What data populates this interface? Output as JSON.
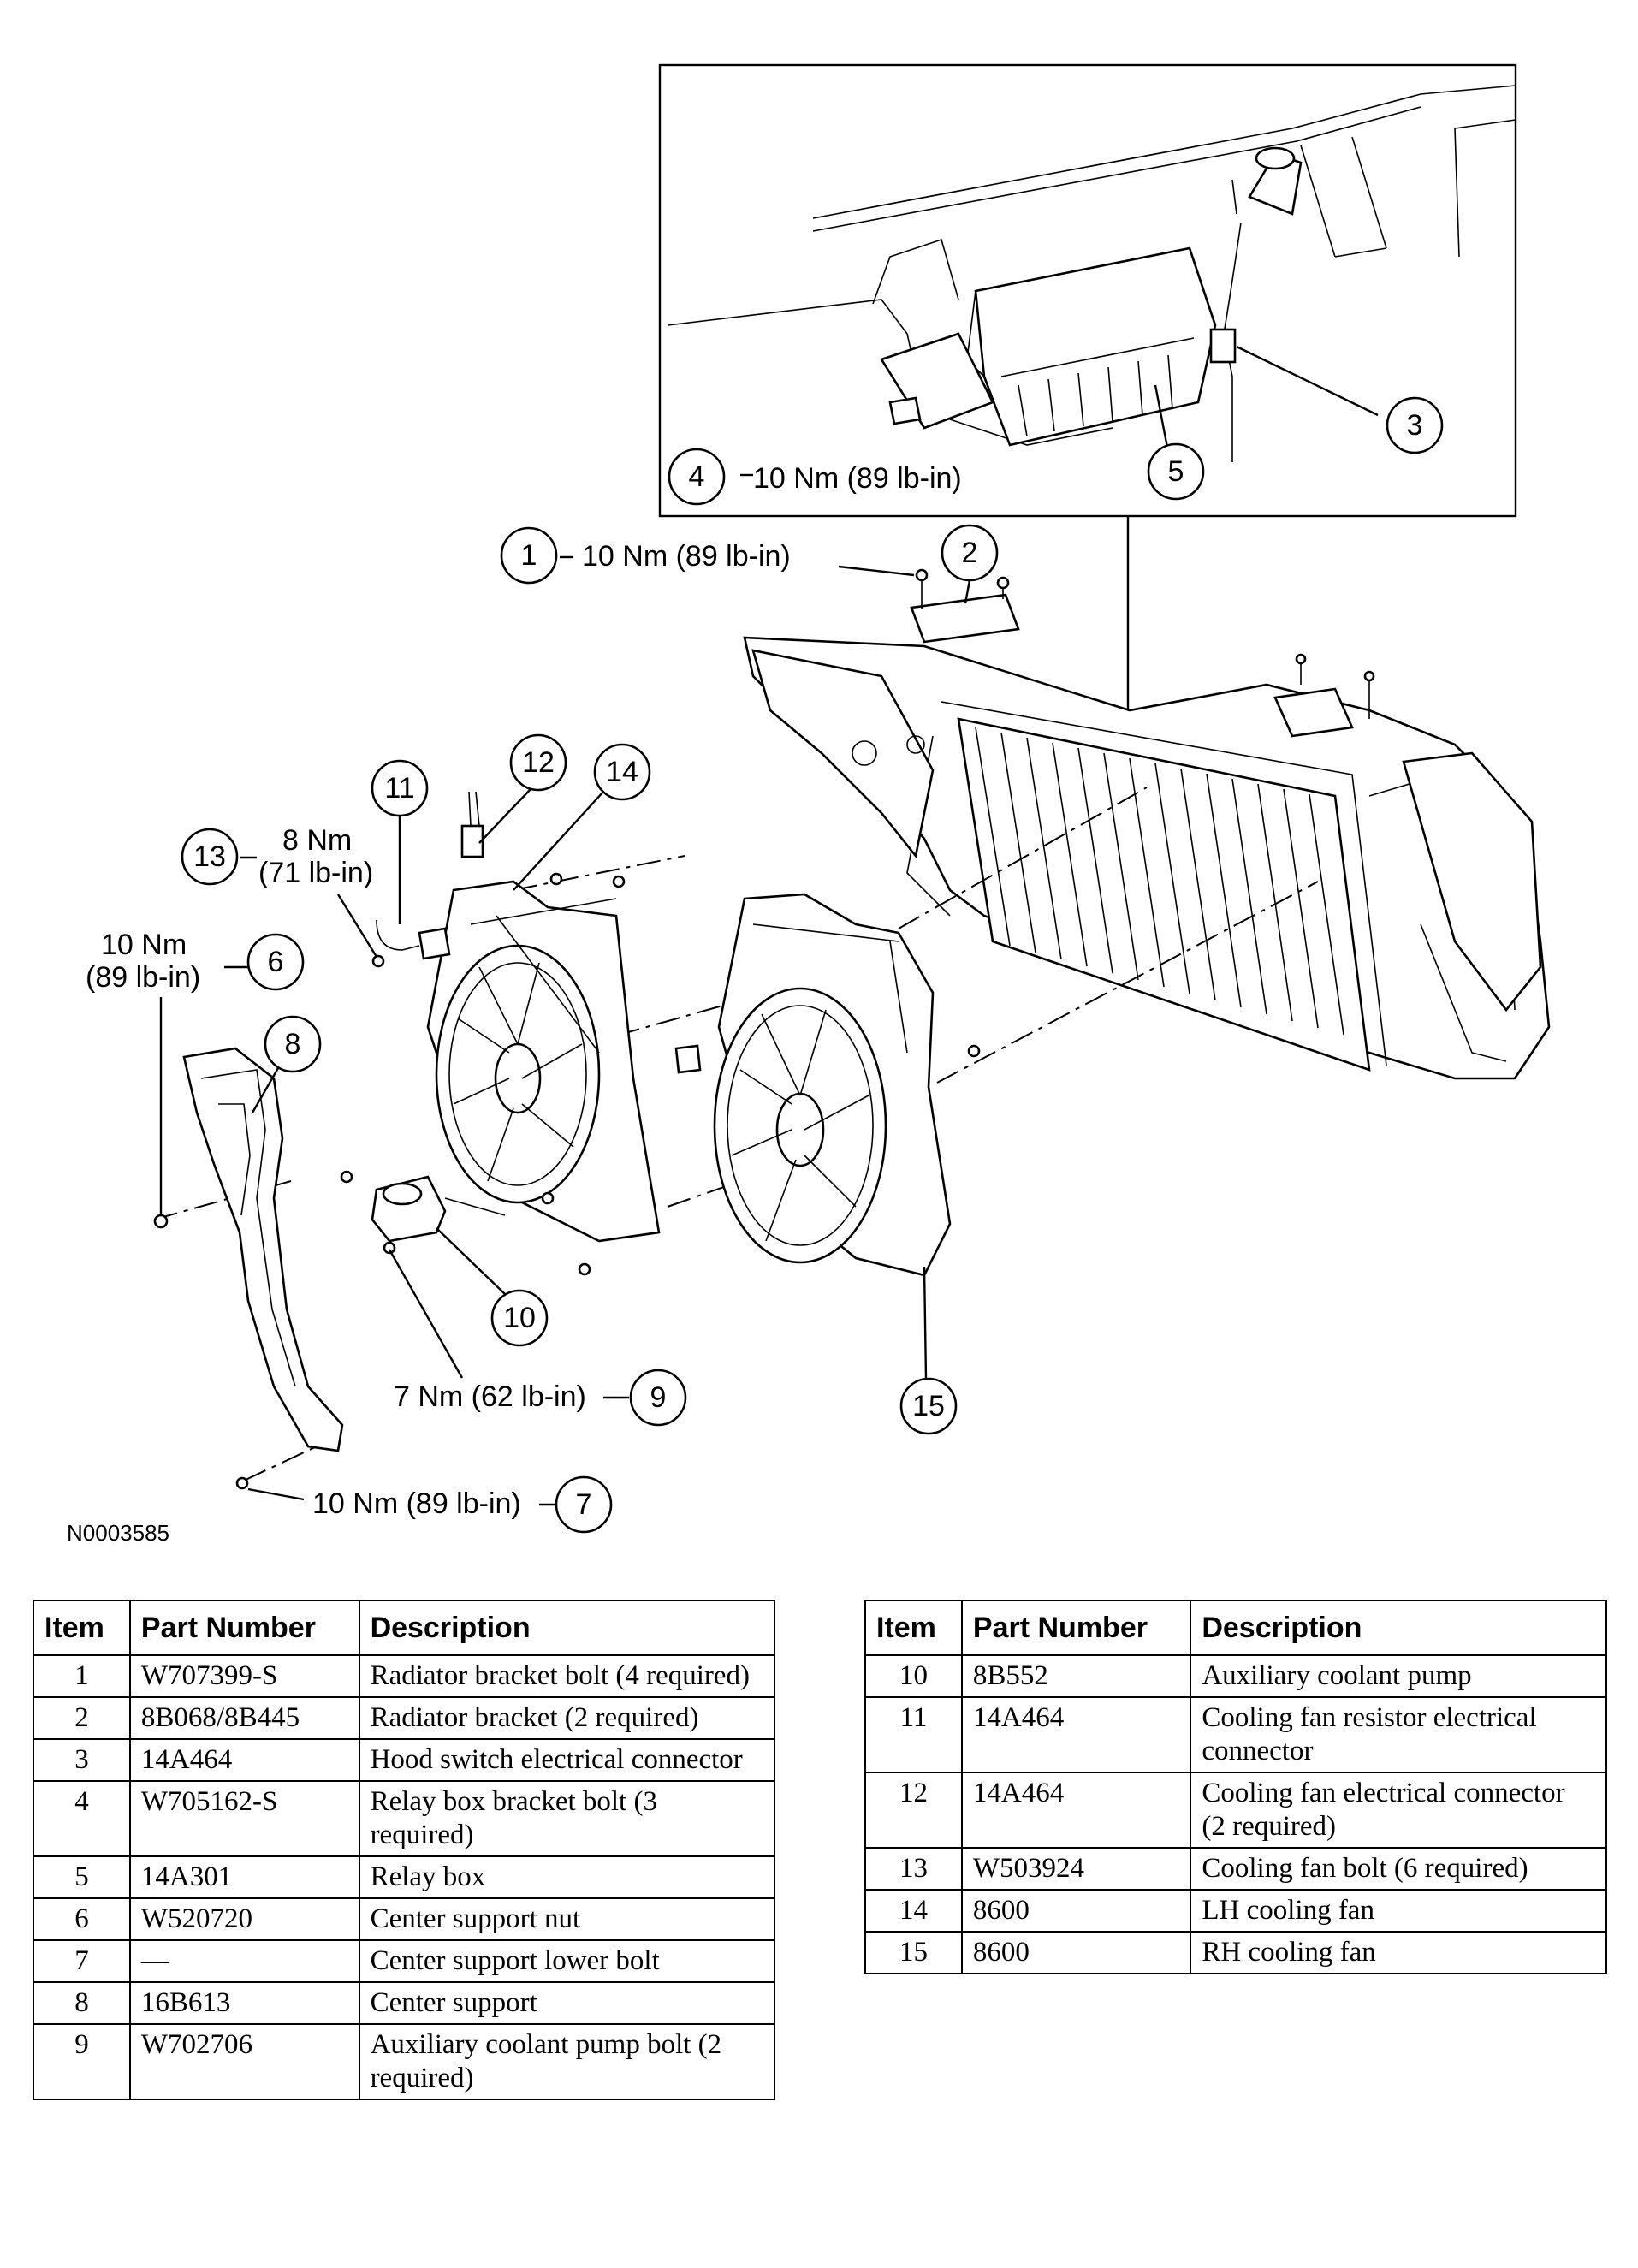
{
  "figure_id": "N0003585",
  "callouts": {
    "c1": {
      "num": "1",
      "spec": "10 Nm (89 lb-in)"
    },
    "c2": {
      "num": "2"
    },
    "c3": {
      "num": "3"
    },
    "c4": {
      "num": "4",
      "spec": "10 Nm (89 lb-in)"
    },
    "c5": {
      "num": "5"
    },
    "c6": {
      "num": "6",
      "spec_line1": "10 Nm",
      "spec_line2": "(89 lb-in)"
    },
    "c7": {
      "num": "7",
      "spec": "10 Nm (89 lb-in)"
    },
    "c8": {
      "num": "8"
    },
    "c9": {
      "num": "9",
      "spec": "7 Nm (62 lb-in)"
    },
    "c10": {
      "num": "10"
    },
    "c11": {
      "num": "11"
    },
    "c12": {
      "num": "12"
    },
    "c13": {
      "num": "13",
      "spec_line1": "8 Nm",
      "spec_line2": "(71 lb-in)"
    },
    "c14": {
      "num": "14"
    },
    "c15": {
      "num": "15"
    }
  },
  "table_headers": {
    "item": "Item",
    "part_number": "Part Number",
    "description": "Description"
  },
  "parts_left": [
    {
      "item": "1",
      "part_number": "W707399-S",
      "description": "Radiator bracket bolt (4 required)"
    },
    {
      "item": "2",
      "part_number": "8B068/8B445",
      "description": "Radiator bracket (2 required)"
    },
    {
      "item": "3",
      "part_number": "14A464",
      "description": "Hood switch electrical connector"
    },
    {
      "item": "4",
      "part_number": "W705162-S",
      "description": "Relay box bracket bolt (3 required)"
    },
    {
      "item": "5",
      "part_number": "14A301",
      "description": "Relay box"
    },
    {
      "item": "6",
      "part_number": "W520720",
      "description": "Center support nut"
    },
    {
      "item": "7",
      "part_number": "—",
      "description": "Center support lower bolt"
    },
    {
      "item": "8",
      "part_number": "16B613",
      "description": "Center support"
    },
    {
      "item": "9",
      "part_number": "W702706",
      "description": "Auxiliary coolant pump bolt (2 required)"
    }
  ],
  "parts_right": [
    {
      "item": "10",
      "part_number": "8B552",
      "description": "Auxiliary coolant pump"
    },
    {
      "item": "11",
      "part_number": "14A464",
      "description": "Cooling fan resistor electrical connector"
    },
    {
      "item": "12",
      "part_number": "14A464",
      "description": "Cooling fan electrical connector (2 required)"
    },
    {
      "item": "13",
      "part_number": "W503924",
      "description": "Cooling fan bolt (6 required)"
    },
    {
      "item": "14",
      "part_number": "8600",
      "description": "LH cooling fan"
    },
    {
      "item": "15",
      "part_number": "8600",
      "description": "RH cooling fan"
    }
  ]
}
